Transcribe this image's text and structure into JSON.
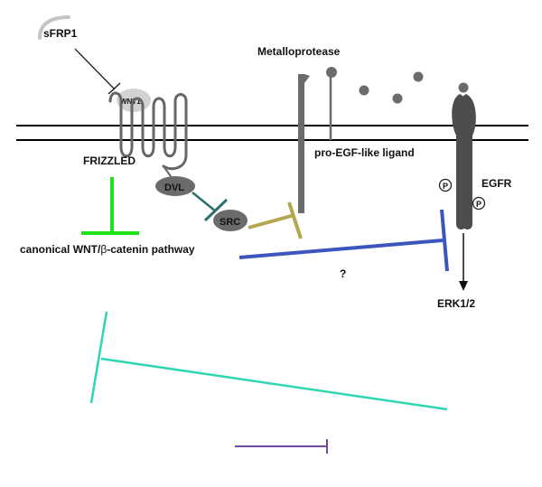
{
  "labels": {
    "sfrp1": "sFRP1",
    "wnt1": "WNT1",
    "frizzled": "FRIZZLED",
    "dvl": "DVL",
    "src": "SRC",
    "metalloprotease": "Metalloprotease",
    "pro_egf": "pro-EGF-like ligand",
    "egfr": "EGFR",
    "phospho_1": "P",
    "phospho_2": "P",
    "canonical_prefix": "canonical WNT/",
    "canonical_beta": "β",
    "canonical_suffix": "-catenin pathway",
    "question": "?",
    "erk": "ERK1/2"
  },
  "colors": {
    "membrane": "#000000",
    "protein_gray": "#6b6b6b",
    "light_gray": "#c4c4c4",
    "wnt_blob": "#d2d2d2",
    "receptor": "#4d4d4d",
    "green_inhibit": "#22e01a",
    "teal_inhibit": "#2d6e6e",
    "olive_inhibit": "#b3a64e",
    "blue_inhibit": "#3d56bd",
    "cyan_inhibit": "#2fd6b3",
    "purple_inhibit": "#7549a6"
  }
}
